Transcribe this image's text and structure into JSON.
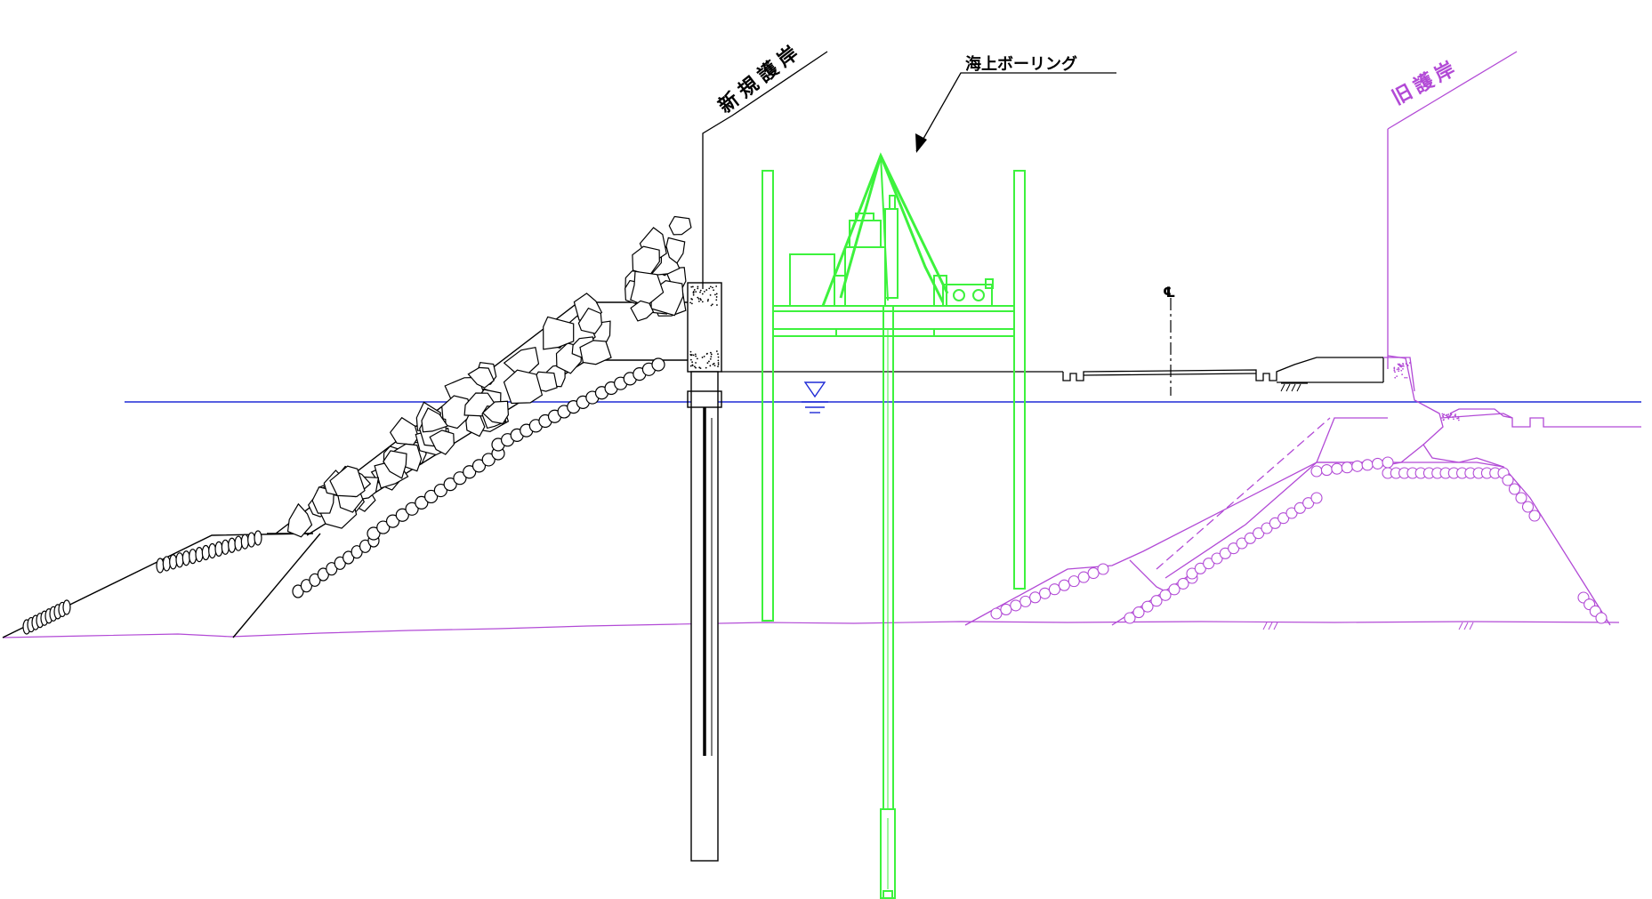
{
  "labels": {
    "new_seawall": "新規護岸",
    "offshore_boring": "海上ボーリング",
    "old_seawall": "旧護岸",
    "centerline": "℄"
  },
  "colors": {
    "black": "#000000",
    "water_line": "#1f2bd6",
    "boring_rig": "#3df23d",
    "old_seawall": "#b24ad6"
  }
}
